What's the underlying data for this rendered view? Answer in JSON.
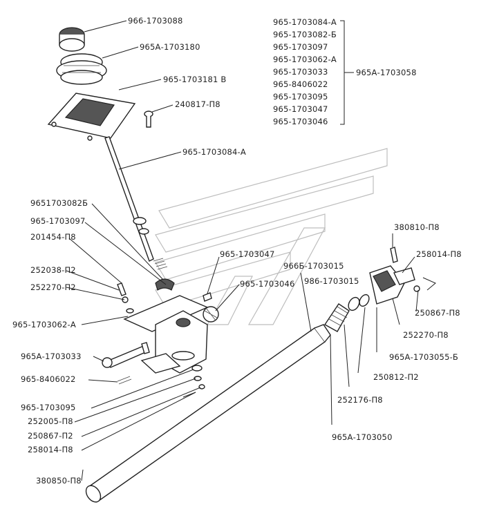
{
  "labels": {
    "knob": "966-1703088",
    "boot": "965А-1703180",
    "plate": "965-1703181 В",
    "screw_top": "240817-П8",
    "lever": "965-1703084-А",
    "assembly_id": "965А-1703058",
    "asm_1": "965-1703084-А",
    "asm_2": "965-1703082-Б",
    "asm_3": "965-1703097",
    "asm_4": "965-1703062-А",
    "asm_5": "965-1703033",
    "asm_6": "965-8406022",
    "asm_7": "965-1703095",
    "asm_8": "965-1703047",
    "asm_9": "965-1703046",
    "l_082b": "9651703082Б",
    "l_097": "965-1703097",
    "l_201454": "201454-П8",
    "l_252038": "252038-П2",
    "l_252270_left": "252270-П2",
    "l_047": "965-1703047",
    "l_046": "965-1703046",
    "l_062a": "965-1703062-А",
    "l_033": "965А-1703033",
    "l_8406022": "965-8406022",
    "l_095": "965-1703095",
    "l_252005": "252005-П8",
    "l_250867_left": "250867-П2",
    "l_258014_left": "258014-П8",
    "l_380850": "380850-П8",
    "l_380810": "380810-П8",
    "l_258014_right": "258014-П8",
    "l_966b": "966Б-1703015",
    "l_986": "986-1703015",
    "l_250867_right": "250867-П8",
    "l_252270_right": "252270-П8",
    "l_055b": "965А-1703055-Б",
    "l_250812": "250812-П2",
    "l_252176": "252176-П8",
    "l_050": "965А-1703050"
  }
}
